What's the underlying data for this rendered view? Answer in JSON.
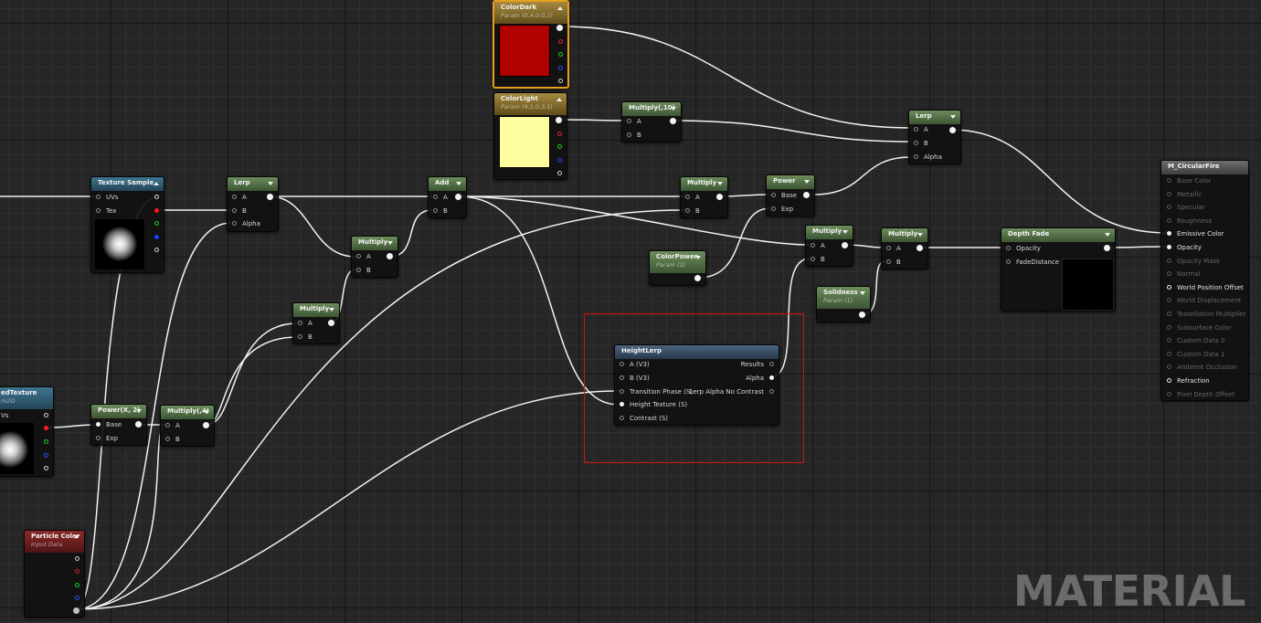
{
  "watermark": "MATERIAL",
  "nodes": {
    "color_dark": {
      "title": "ColorDark",
      "subtitle": "Param (0.4,0,0,1)",
      "swatch": "#b00000"
    },
    "color_light": {
      "title": "ColorLight",
      "subtitle": "Param (4,1,0.3,1)",
      "swatch": "#fffe9e"
    },
    "multiply_10": {
      "title": "Multiply(,10)",
      "a": "A",
      "b": "B"
    },
    "lerp_final": {
      "title": "Lerp",
      "a": "A",
      "b": "B",
      "alpha": "Alpha"
    },
    "texture_sample": {
      "title": "Texture Sample",
      "uvs": "UVs",
      "tex": "Tex"
    },
    "lerp1": {
      "title": "Lerp",
      "a": "A",
      "b": "B",
      "alpha": "Alpha"
    },
    "add": {
      "title": "Add",
      "a": "A",
      "b": "B"
    },
    "multiply_top": {
      "title": "Multiply",
      "a": "A",
      "b": "B"
    },
    "power": {
      "title": "Power",
      "base": "Base",
      "exp": "Exp"
    },
    "multiply_mid": {
      "title": "Multiply",
      "a": "A",
      "b": "B"
    },
    "color_power": {
      "title": "ColorPower",
      "subtitle": "Param (2)"
    },
    "multiply_right": {
      "title": "Multiply",
      "a": "A",
      "b": "B"
    },
    "multiply_right2": {
      "title": "Multiply",
      "a": "A",
      "b": "B"
    },
    "solidness": {
      "title": "Solidness",
      "subtitle": "Param (1)"
    },
    "depth_fade": {
      "title": "Depth Fade",
      "opacity": "Opacity",
      "fade_distance": "FadeDistance"
    },
    "multiply_low": {
      "title": "Multiply",
      "a": "A",
      "b": "B"
    },
    "height_lerp": {
      "title": "HeightLerp",
      "inputs": [
        "A (V3)",
        "B (V3)",
        "Transition Phase (S)",
        "Height Texture (S)",
        "Contrast (S)"
      ],
      "outputs": [
        "Results",
        "Alpha",
        "Lerp Alpha No Contrast"
      ]
    },
    "texture_param": {
      "title": "edTexture",
      "subtitle": "m2D",
      "uvs": "Vs"
    },
    "power_x2": {
      "title": "Power(X, 2)",
      "base": "Base",
      "exp": "Exp"
    },
    "multiply_4": {
      "title": "Multiply(,4)",
      "a": "A",
      "b": "B"
    },
    "particle_color": {
      "title": "Particle Color",
      "subtitle": "Input Data"
    },
    "result": {
      "title": "M_CircularFire",
      "inputs": [
        "Base Color",
        "Metallic",
        "Specular",
        "Roughness",
        "Emissive Color",
        "Opacity",
        "Opacity Mask",
        "Normal",
        "World Position Offset",
        "World Displacement",
        "Tessellation Multiplier",
        "Subsurface Color",
        "Custom Data 0",
        "Custom Data 1",
        "Ambient Occlusion",
        "Refraction",
        "Pixel Depth Offset"
      ]
    }
  }
}
